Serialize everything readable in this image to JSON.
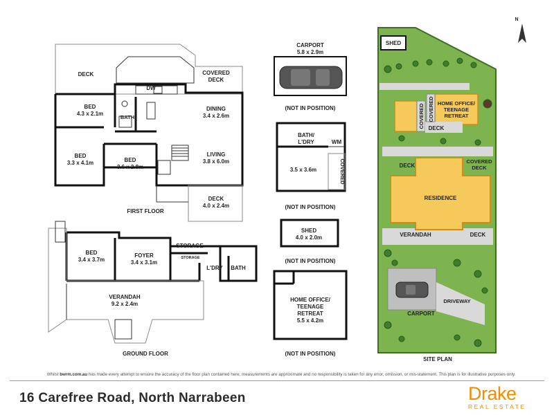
{
  "compass": {
    "label": "N"
  },
  "first_floor": {
    "title": "FIRST FLOOR",
    "rooms": {
      "deck_top": {
        "name": "DECK"
      },
      "covered_deck": {
        "name": "COVERED\nDECK"
      },
      "bed1": {
        "name": "BED",
        "dims": "4.3 x 2.1m"
      },
      "dw": {
        "name": "DW"
      },
      "bath": {
        "name": "BATH"
      },
      "dining": {
        "name": "DINING",
        "dims": "3.4 x 2.6m"
      },
      "bed2": {
        "name": "BED",
        "dims": "3.3 x 4.1m"
      },
      "bed3": {
        "name": "BED",
        "dims": "3.6 x 2.8m"
      },
      "living": {
        "name": "LIVING",
        "dims": "3.8 x 6.0m"
      },
      "deck2": {
        "name": "DECK",
        "dims": "4.0 x 2.4m"
      }
    }
  },
  "ground_floor": {
    "title": "GROUND FLOOR",
    "rooms": {
      "bed": {
        "name": "BED",
        "dims": "3.4 x 3.7m"
      },
      "foyer": {
        "name": "FOYER",
        "dims": "3.4 x 3.1m"
      },
      "storage": {
        "name": "STORAGE"
      },
      "storage_small": {
        "name": "STORAGE"
      },
      "ldry": {
        "name": "L'DRY"
      },
      "bath": {
        "name": "BATH"
      },
      "verandah": {
        "name": "VERANDAH",
        "dims": "9.2 x 2.4m"
      }
    }
  },
  "carport": {
    "name": "CARPORT",
    "dims": "5.8 x 2.9m",
    "note": "(NOT IN POSITION)"
  },
  "outbuilding": {
    "bath": "BATH/\nL'DRY",
    "wm": "WM",
    "room_dims": "3.5 x 3.6m",
    "covered": "COVERED",
    "note": "(NOT IN POSITION)"
  },
  "shed": {
    "name": "SHED",
    "dims": "4.0 x 2.0m",
    "note": "(NOT IN POSITION)"
  },
  "home_office": {
    "name": "HOME OFFICE/\nTEENAGE\nRETREAT",
    "dims": "5.5 x 4.2m",
    "note": "(NOT IN POSITION)"
  },
  "site_plan": {
    "title": "SITE PLAN",
    "shed": "SHED",
    "home_office": "HOME OFFICE/\nTEENAGE\nRETREAT",
    "covered_a": "COVERED",
    "covered_b": "COVERED",
    "deck_a": "DECK",
    "deck_b": "DECK",
    "covered_deck": "COVERED\nDECK",
    "residence": "RESIDENCE",
    "verandah": "VERANDAH",
    "deck_c": "DECK",
    "carport": "CARPORT",
    "driveway": "DRIVEWAY"
  },
  "footer": {
    "disclaimer_prefix": "Whilst ",
    "disclaimer_brand": "bwrm.com.au",
    "disclaimer_rest": " has made every attempt to ensure the accuracy of the floor plan contained here, measurements are approximate and no responsibility is taken for any error, omission, or mis-statement. This plan is for illustrative purposes only.",
    "address": "16 Carefree Road, North Narrabeen",
    "brand": "Drake",
    "brand_sub": "REAL ESTATE"
  },
  "colors": {
    "building": "#f5c95a",
    "building_stroke": "#c98f1a",
    "grass": "#7db450",
    "paving": "#d9d9d9",
    "brand": "#f28c00"
  }
}
